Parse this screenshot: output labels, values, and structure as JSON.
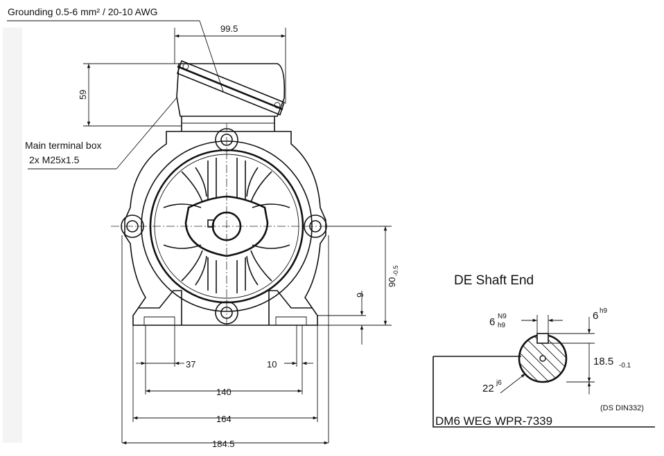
{
  "annotations": {
    "grounding": "Grounding 0.5-6 mm² / 20-10 AWG",
    "terminal_box_line1": "Main terminal box",
    "terminal_box_line2": "2x M25x1.5",
    "shaft_title": "DE Shaft End",
    "standard_note": "(DS DIN332)",
    "drawing_id": "DM6 WEG WPR-7339"
  },
  "dimensions": {
    "top_width": "99.5",
    "box_height": "59",
    "shaft_height_base": "90",
    "shaft_height_tol": "-0.5",
    "foot_thickness": "9",
    "hole_offset": "37",
    "foot_width": "10",
    "hole_spacing": "140",
    "base_width": "164",
    "overall_width": "184.5"
  },
  "shaft": {
    "key_width_base": "6",
    "key_width_sup": "N9",
    "key_width_sub": "h9",
    "key_height_base": "6",
    "key_height_sup": "h9",
    "key_depth_base": "18.5",
    "key_depth_tol": "-0.1",
    "diameter_base": "22",
    "diameter_sup": "j6"
  },
  "colors": {
    "line": "#111111",
    "background": "#ffffff"
  }
}
